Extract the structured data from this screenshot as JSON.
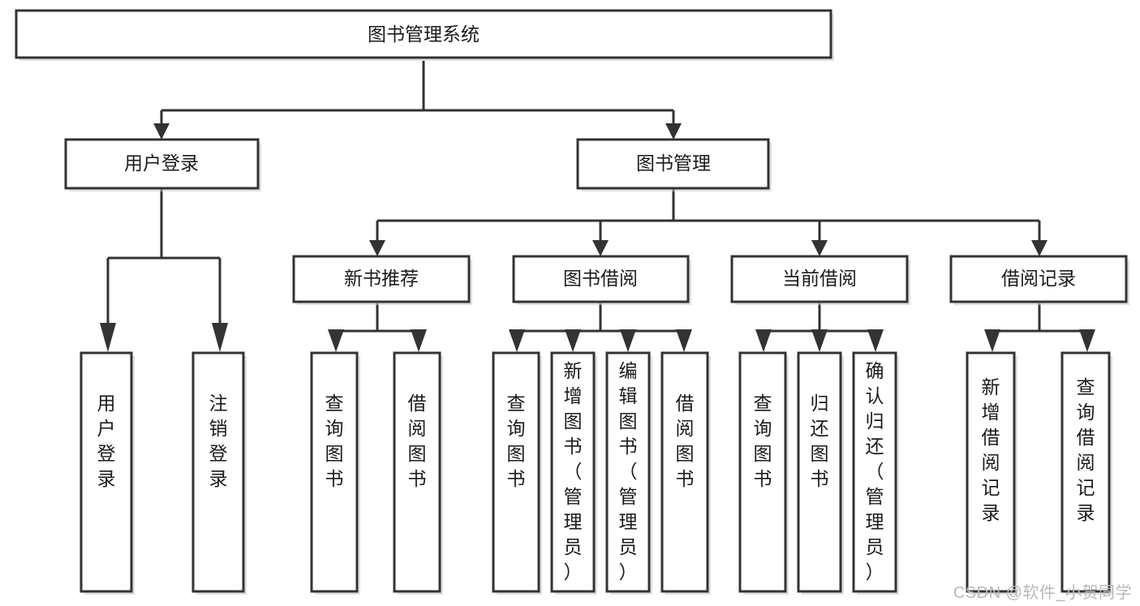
{
  "diagram": {
    "kind": "tree-hierarchy-chart",
    "title": "图书管理系统",
    "watermark": "CSDN @软件_小贺同学",
    "colors": {
      "stroke": "#333333",
      "box_fill": "#ffffff",
      "text": "#1b1b1b",
      "background": "#ffffff",
      "watermark": "#b9b9b9"
    },
    "root": {
      "id": "root",
      "label": "图书管理系统",
      "orientation": "horizontal"
    },
    "level2": [
      {
        "id": "user-login",
        "label": "用户登录",
        "orientation": "horizontal"
      },
      {
        "id": "book-management",
        "label": "图书管理",
        "orientation": "horizontal"
      }
    ],
    "level3": [
      {
        "id": "new-book-recommend",
        "label": "新书推荐",
        "parent": "book-management",
        "orientation": "horizontal"
      },
      {
        "id": "book-borrow",
        "label": "图书借阅",
        "parent": "book-management",
        "orientation": "horizontal"
      },
      {
        "id": "current-borrow",
        "label": "当前借阅",
        "parent": "book-management",
        "orientation": "horizontal"
      },
      {
        "id": "borrow-record",
        "label": "借阅记录",
        "parent": "book-management",
        "orientation": "horizontal"
      }
    ],
    "leaves": [
      {
        "id": "leaf-user-login",
        "label": "用户登录",
        "parent": "user-login",
        "orientation": "vertical"
      },
      {
        "id": "leaf-user-logout",
        "label": "注销登录",
        "parent": "user-login",
        "orientation": "vertical"
      },
      {
        "id": "leaf-query-book-1",
        "label": "查询图书",
        "parent": "new-book-recommend",
        "orientation": "vertical"
      },
      {
        "id": "leaf-borrow-book-1",
        "label": "借阅图书",
        "parent": "new-book-recommend",
        "orientation": "vertical"
      },
      {
        "id": "leaf-query-book-2",
        "label": "查询图书",
        "parent": "book-borrow",
        "orientation": "vertical"
      },
      {
        "id": "leaf-add-book",
        "label": "新增图书（管理员）",
        "parent": "book-borrow",
        "orientation": "vertical"
      },
      {
        "id": "leaf-edit-book",
        "label": "编辑图书（管理员）",
        "parent": "book-borrow",
        "orientation": "vertical"
      },
      {
        "id": "leaf-borrow-book-2",
        "label": "借阅图书",
        "parent": "book-borrow",
        "orientation": "vertical"
      },
      {
        "id": "leaf-query-book-3",
        "label": "查询图书",
        "parent": "current-borrow",
        "orientation": "vertical"
      },
      {
        "id": "leaf-return-book",
        "label": "归还图书",
        "parent": "current-borrow",
        "orientation": "vertical"
      },
      {
        "id": "leaf-confirm-return",
        "label": "确认归还（管理员）",
        "parent": "current-borrow",
        "orientation": "vertical"
      },
      {
        "id": "leaf-add-record",
        "label": "新增借阅记录",
        "parent": "borrow-record",
        "orientation": "vertical"
      },
      {
        "id": "leaf-query-record",
        "label": "查询借阅记录",
        "parent": "borrow-record",
        "orientation": "vertical"
      }
    ]
  }
}
